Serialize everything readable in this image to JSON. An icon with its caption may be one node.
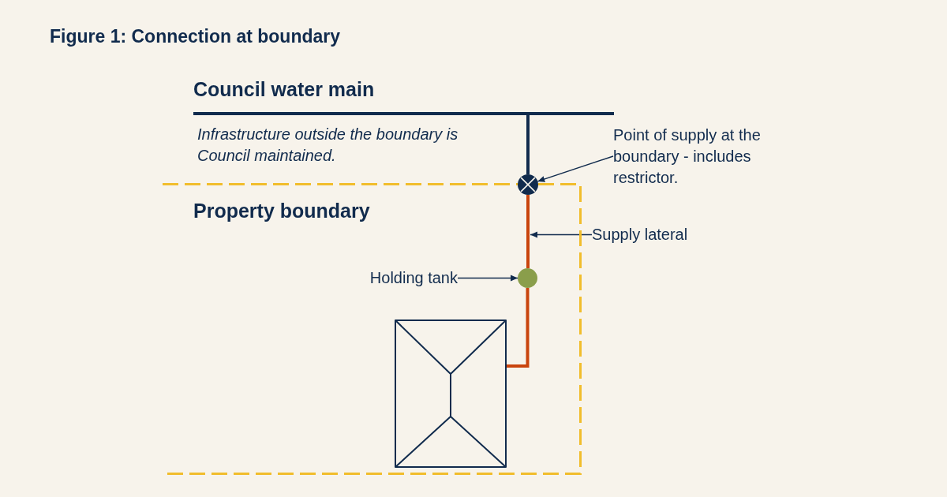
{
  "diagram": {
    "title": "Figure 1: Connection at boundary",
    "nodes": [
      {
        "text": [
          "Council water main"
        ]
      },
      {
        "text": [
          "Property boundary"
        ]
      },
      {
        "text": [],
        "shape": "circle"
      },
      {
        "text": [],
        "shape": "circle",
        "in": 1
      },
      {
        "text": [],
        "shape": "picture",
        "in": 1
      },
      {
        "text": [
          "Point of supply at the boundary - includes restrictor."
        ]
      },
      {
        "text": [
          "Supply lateral"
        ]
      },
      {
        "text": [
          "Holding tank"
        ],
        "in": 1
      }
    ],
    "edges": [
      {
        "from": 0,
        "to": 2,
        "arrow": "none",
        "style": "thick"
      },
      {
        "from": 2,
        "to": 3,
        "arrow": "none",
        "style": "thick",
        "color": "#c9440d"
      },
      {
        "from": 3,
        "to": 4,
        "arrow": "none",
        "style": "thick",
        "color": "#c9440d"
      },
      {
        "from": 5,
        "to": 2,
        "arrow": "to"
      },
      {
        "from": 6,
        "to": null,
        "arrow": "to"
      },
      {
        "from": 7,
        "to": 3,
        "arrow": "to"
      }
    ],
    "labels": [
      "Infrastructure outside the boundary is Council maintained."
    ]
  }
}
